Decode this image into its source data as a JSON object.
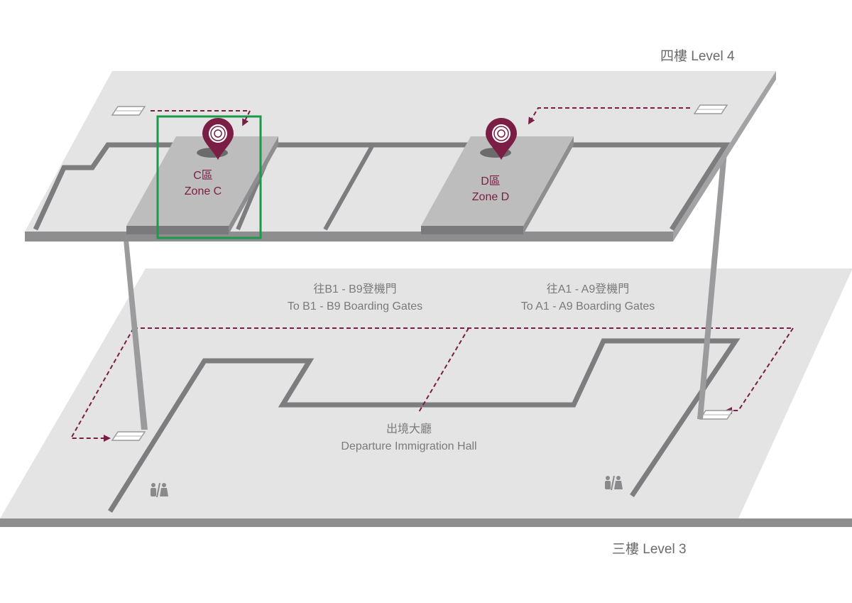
{
  "levels": {
    "upper": "四樓 Level 4",
    "lower": "三樓 Level 3"
  },
  "zones": [
    {
      "zh": "C區",
      "en": "Zone C",
      "highlighted": true
    },
    {
      "zh": "D區",
      "en": "Zone D",
      "highlighted": false
    }
  ],
  "gates": {
    "b_zh": "往B1 - B9登機門",
    "b_en": "To B1 - B9 Boarding Gates",
    "a_zh": "往A1 - A9登機門",
    "a_en": "To A1 - A9 Boarding Gates"
  },
  "hall": {
    "zh": "出境大廳",
    "en": "Departure Immigration Hall"
  },
  "icons": [
    "location-pin-icon",
    "escalator-icon",
    "restroom-icon",
    "dashed-route-arrow"
  ],
  "colors": {
    "accent": "#7b1e45",
    "highlight": "#1a9a4a",
    "floor": "#e4e4e5",
    "wall": "#7d7d7f"
  }
}
